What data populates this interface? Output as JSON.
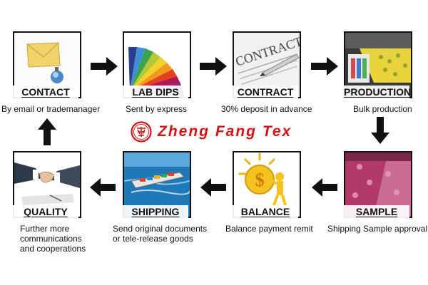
{
  "colors": {
    "brand": "#d41414",
    "arrow": "#111111",
    "frame": "#111111"
  },
  "brand": {
    "name": "Zheng Fang Tex",
    "logo_icon": "seal-logo-icon"
  },
  "steps": [
    {
      "title": "CONTACT",
      "caption": "By email or trademanager",
      "icon": "envelope-mail-icon"
    },
    {
      "title": "LAB DIPS",
      "caption": "Sent by express",
      "icon": "color-swatch-fan-icon"
    },
    {
      "title": "CONTRACT",
      "caption": "30% deposit in advance",
      "icon": "contract-pen-icon"
    },
    {
      "title": "PRODUCTION",
      "caption": "Bulk production",
      "icon": "textile-printing-machine-icon"
    },
    {
      "title": "SAMPLE",
      "caption": "Shipping Sample approval",
      "icon": "fabric-sample-icon"
    },
    {
      "title": "BALANCE",
      "caption": "Balance payment remit",
      "icon": "dollar-coin-figure-icon"
    },
    {
      "title": "SHIPPING",
      "caption_lines": [
        "Send original documents",
        "or tele-release goods"
      ],
      "icon": "cargo-ship-icon"
    },
    {
      "title": "QUALITY",
      "caption_lines": [
        "Further more",
        "communications",
        "and cooperations"
      ],
      "icon": "handshake-icon"
    }
  ]
}
